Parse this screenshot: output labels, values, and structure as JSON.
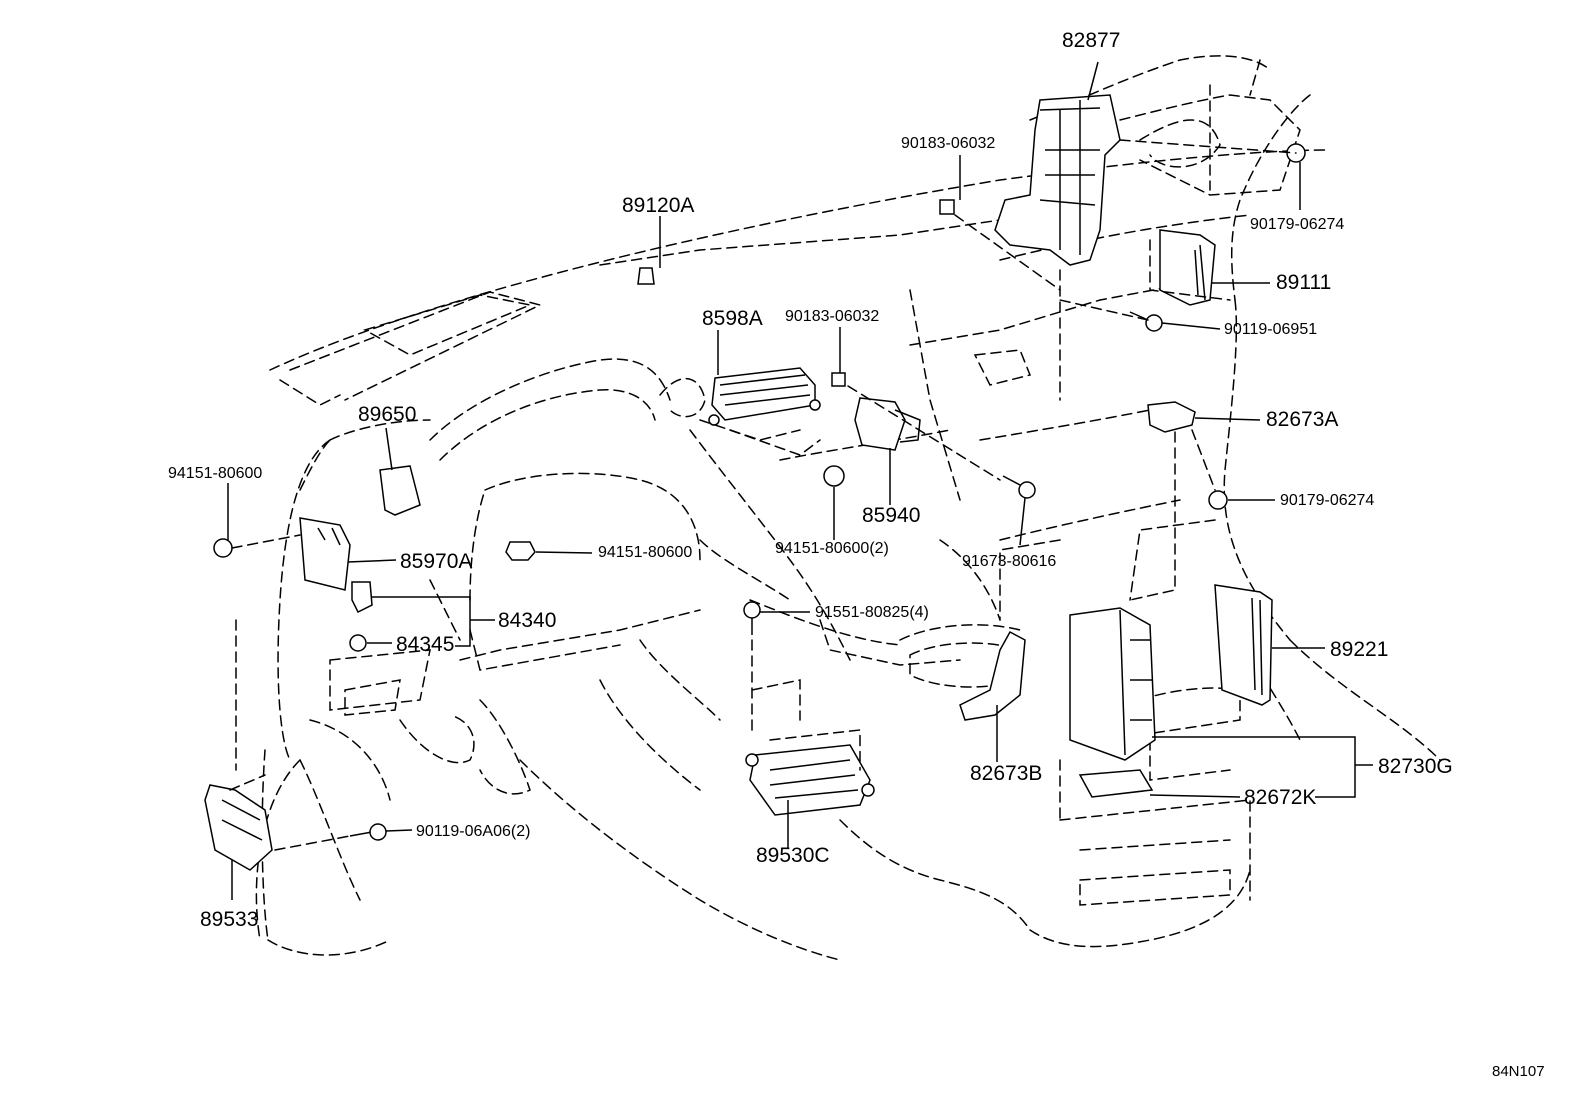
{
  "diagram_code": "84N107",
  "labels": {
    "p82877": "82877",
    "p90183a": "90183-06032",
    "p89120A": "89120A",
    "p90179a": "90179-06274",
    "p89111": "89111",
    "p8598A": "8598A",
    "p90183b": "90183-06032",
    "p90119a": "90119-06951",
    "p89650": "89650",
    "p82673A": "82673A",
    "p94151a": "94151-80600",
    "p85940": "85940",
    "p90179b": "90179-06274",
    "p94151b": "94151-80600(2)",
    "p91673": "91673-80616",
    "p85970A": "85970A",
    "p94151c": "94151-80600",
    "p91551": "91551-80825(4)",
    "p84340": "84340",
    "p89221": "89221",
    "p84345": "84345",
    "p82730G": "82730G",
    "p82673B": "82673B",
    "p82672K": "82672K",
    "p90119b": "90119-06A06(2)",
    "p89530C": "89530C",
    "p89533": "89533"
  }
}
